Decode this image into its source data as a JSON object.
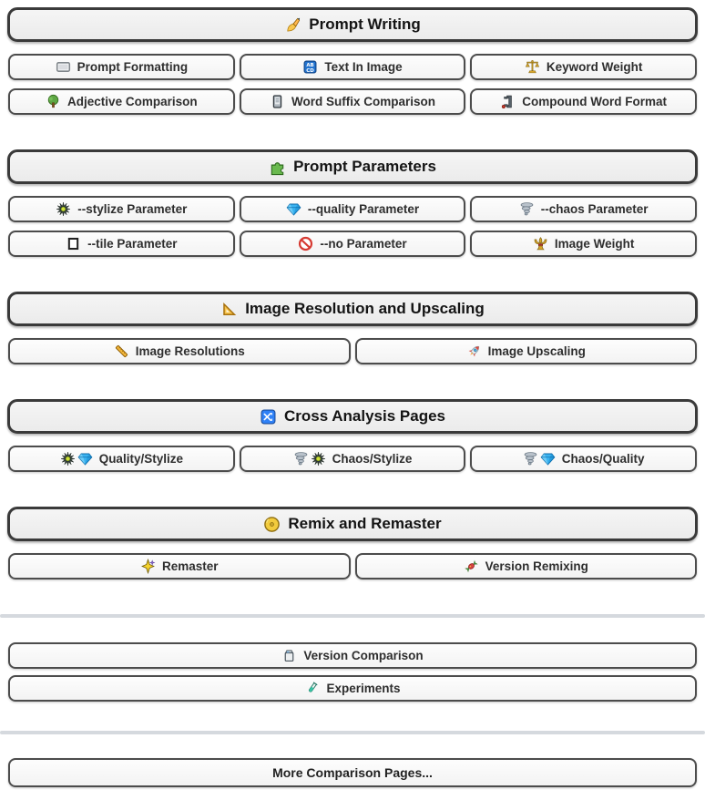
{
  "sections": [
    {
      "header": {
        "label": "Prompt Writing",
        "icon": "writing-hand-icon"
      },
      "columns": 3,
      "buttons": [
        {
          "label": "Prompt Formatting",
          "icons": [
            "window-frame-icon"
          ]
        },
        {
          "label": "Text In Image",
          "icons": [
            "input-letters-icon"
          ]
        },
        {
          "label": "Keyword Weight",
          "icons": [
            "balance-scale-icon"
          ]
        },
        {
          "label": "Adjective Comparison",
          "icons": [
            "tree-icon"
          ]
        },
        {
          "label": "Word Suffix Comparison",
          "icons": [
            "notebook-icon"
          ]
        },
        {
          "label": "Compound Word Format",
          "icons": [
            "clamp-icon"
          ]
        }
      ]
    },
    {
      "header": {
        "label": "Prompt Parameters",
        "icon": "puzzle-icon"
      },
      "columns": 3,
      "buttons": [
        {
          "label": "--stylize Parameter",
          "icons": [
            "starburst-icon"
          ]
        },
        {
          "label": "--quality Parameter",
          "icons": [
            "gem-icon"
          ]
        },
        {
          "label": "--chaos Parameter",
          "icons": [
            "tornado-icon"
          ]
        },
        {
          "label": "--tile Parameter",
          "icons": [
            "square-outline-icon"
          ]
        },
        {
          "label": "--no Parameter",
          "icons": [
            "prohibited-icon"
          ]
        },
        {
          "label": "Image Weight",
          "icons": [
            "gold-weight-icon"
          ]
        }
      ]
    },
    {
      "header": {
        "label": "Image Resolution and Upscaling",
        "icon": "triangle-ruler-icon"
      },
      "columns": 2,
      "buttons": [
        {
          "label": "Image Resolutions",
          "icons": [
            "ruler-icon"
          ]
        },
        {
          "label": "Image Upscaling",
          "icons": [
            "rocket-icon"
          ]
        }
      ]
    },
    {
      "header": {
        "label": "Cross Analysis Pages",
        "icon": "shuffle-icon"
      },
      "columns": 3,
      "buttons": [
        {
          "label": "Quality/Stylize",
          "icons": [
            "starburst-icon",
            "gem-icon"
          ]
        },
        {
          "label": "Chaos/Stylize",
          "icons": [
            "tornado-icon",
            "starburst-icon"
          ]
        },
        {
          "label": "Chaos/Quality",
          "icons": [
            "tornado-icon",
            "gem-icon"
          ]
        }
      ]
    },
    {
      "header": {
        "label": "Remix and Remaster",
        "icon": "coin-icon"
      },
      "columns": 2,
      "buttons": [
        {
          "label": "Remaster",
          "icons": [
            "sparkle-icon"
          ]
        },
        {
          "label": "Version Remixing",
          "icons": [
            "candy-dna-icon"
          ]
        }
      ]
    }
  ],
  "extra_pages": {
    "buttons": [
      {
        "label": "Version Comparison",
        "icons": [
          "open-box-icon"
        ]
      },
      {
        "label": "Experiments",
        "icons": [
          "test-tube-icon"
        ]
      }
    ]
  },
  "footer": {
    "more_label": "More Comparison Pages..."
  },
  "colors": {
    "header_border": "#3a3a3a",
    "button_border": "#4c4c4c",
    "divider": "#d5d9de",
    "label_text": "#2e2e2e",
    "accent_blue": "#2f81f7",
    "gem_blue": "#3bb3f0",
    "gold": "#d9a62a",
    "no_red": "#d63a32",
    "puzzle_green": "#69b94e"
  }
}
